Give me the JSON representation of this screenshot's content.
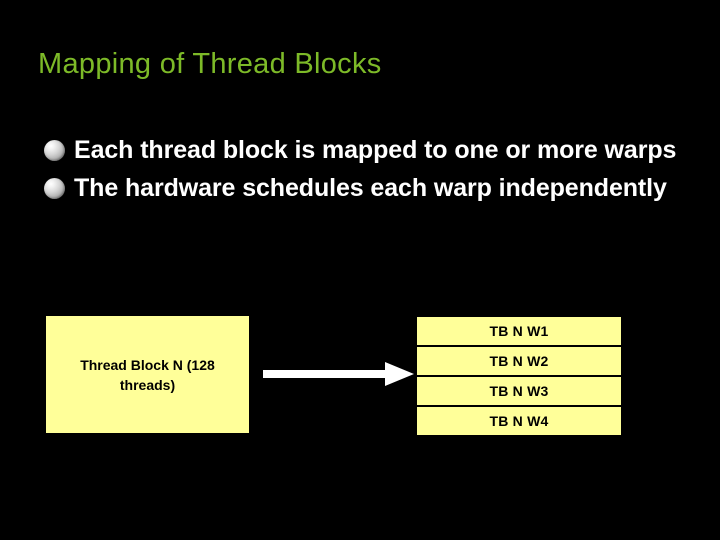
{
  "slide": {
    "background_color": "#000000",
    "title": "Mapping of Thread Blocks",
    "title_color": "#7DBA28"
  },
  "bullets": {
    "marker_icon": "sphere-bullet-icon",
    "text_color": "#FFFFFF",
    "items": [
      {
        "text": "Each thread block is mapped to one or more warps"
      },
      {
        "text": "The hardware schedules each warp independently"
      }
    ]
  },
  "diagram": {
    "box_fill_color": "#FFFF99",
    "box_text_color": "#000000",
    "arrow_color": "#FFFFFF",
    "arrow_icon": "right-arrow-icon",
    "source_block": {
      "label": "Thread Block N (128 threads)"
    },
    "warps": [
      {
        "label": "TB N W1"
      },
      {
        "label": "TB N W2"
      },
      {
        "label": "TB N W3"
      },
      {
        "label": "TB N W4"
      }
    ]
  }
}
